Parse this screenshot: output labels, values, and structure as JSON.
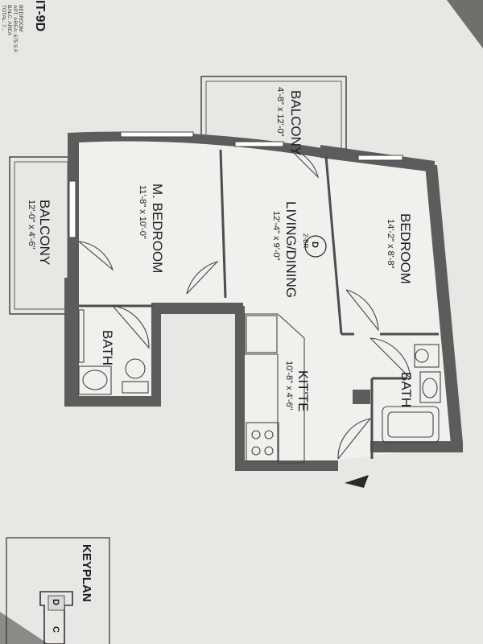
{
  "plan": {
    "unit_label": "IT-9D",
    "notes": [
      "BEDROOM",
      "APT. AREA: 675 S.F.",
      "BALC. AREA",
      "TOTAL: 7..."
    ],
    "badge": {
      "letter": "D",
      "type": "2-BR"
    },
    "rooms": [
      {
        "id": "balcony_top",
        "name": "BALCONY",
        "dims": "4'-8\" x 12'-0\""
      },
      {
        "id": "balcony_left",
        "name": "BALCONY",
        "dims": "12'-0\" x 4'-6\""
      },
      {
        "id": "master_bedroom",
        "name": "M. BEDROOM",
        "dims": "11'-8\" x 10'-0\""
      },
      {
        "id": "living_dining",
        "name": "LIVING/DINING",
        "dims": "12'-4\" x 9'-0\""
      },
      {
        "id": "bedroom",
        "name": "BEDROOM",
        "dims": "14'-2\" x 8'-8\""
      },
      {
        "id": "kitchenette",
        "name": "KIT'TE",
        "dims": "10'-8\" x 4'-6\""
      },
      {
        "id": "bath_left",
        "name": "BATH",
        "dims": ""
      },
      {
        "id": "bath_right",
        "name": "BATH",
        "dims": ""
      }
    ]
  },
  "keyplan": {
    "title": "KEYPLAN",
    "units": [
      "D",
      "C"
    ]
  }
}
